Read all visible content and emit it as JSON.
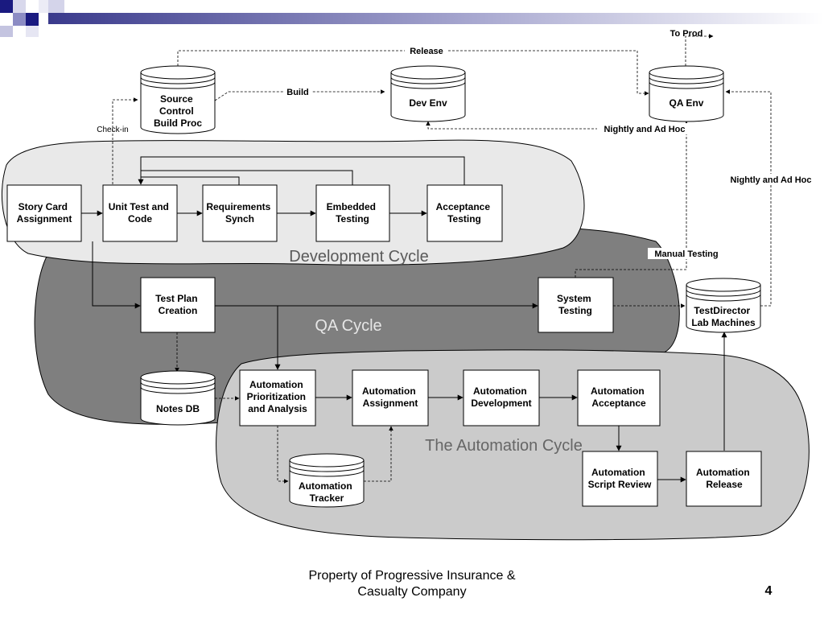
{
  "regions": {
    "development_cycle": "Development Cycle",
    "qa_cycle": "QA Cycle",
    "automation_cycle": "The Automation Cycle"
  },
  "process_boxes": {
    "story_card": [
      "Story Card",
      "Assignment"
    ],
    "unit_test": [
      "Unit Test and",
      "Code"
    ],
    "requirements": [
      "Requirements",
      "Synch"
    ],
    "embedded": [
      "Embedded",
      "Testing"
    ],
    "acceptance": [
      "Acceptance",
      "Testing"
    ],
    "test_plan": [
      "Test Plan",
      "Creation"
    ],
    "system_testing": [
      "System",
      "Testing"
    ],
    "automation_prioritization": [
      "Automation",
      "Prioritization",
      "and Analysis"
    ],
    "automation_assignment": [
      "Automation",
      "Assignment"
    ],
    "automation_development": [
      "Automation",
      "Development"
    ],
    "automation_acceptance": [
      "Automation",
      "Acceptance"
    ],
    "automation_script_review": [
      "Automation",
      "Script Review"
    ],
    "automation_release": [
      "Automation",
      "Release"
    ]
  },
  "databases": {
    "source_control": [
      "Source",
      "Control",
      "Build Proc"
    ],
    "dev_env": [
      "Dev Env"
    ],
    "qa_env": [
      "QA Env"
    ],
    "notes_db": [
      "Notes DB"
    ],
    "automation_tracker": [
      "Automation",
      "Tracker"
    ],
    "testdirector": [
      "TestDirector",
      "Lab Machines"
    ]
  },
  "flow_labels": {
    "release": "Release",
    "to_prod": "To Prod",
    "build": "Build",
    "check_in": "Check-in",
    "nightly_dev": "Nightly and Ad Hoc",
    "nightly_qa": "Nightly and Ad Hoc",
    "manual_testing": "Manual Testing"
  },
  "footer": {
    "line1": "Property of Progressive Insurance &",
    "line2": "Casualty Company",
    "page_number": "4"
  }
}
